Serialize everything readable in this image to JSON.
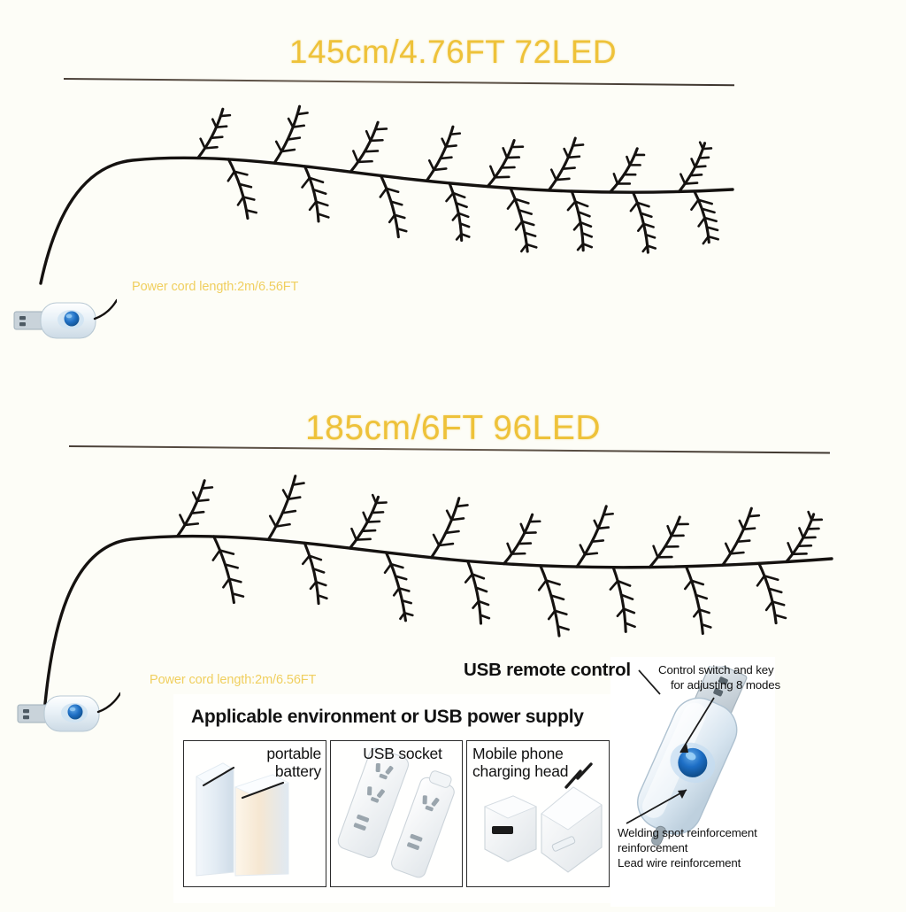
{
  "page": {
    "background_color": "#fdfdf7",
    "accent_gold": "#eec23a",
    "cord_label_color": "#f0cf5f",
    "ink_color": "#151210"
  },
  "sections": [
    {
      "id": "section-145cm",
      "title": "145cm/4.76FT 72LED",
      "cord_label": "Power cord length:2m/6.56FT",
      "led_count": 72,
      "length_cm": 145,
      "length_ft": "4.76FT"
    },
    {
      "id": "section-185cm",
      "title": "185cm/6FT 96LED",
      "cord_label": "Power cord length:2m/6.56FT",
      "led_count": 96,
      "length_cm": 185,
      "length_ft": "6FT"
    }
  ],
  "info_panel": {
    "heading": "Applicable environment or USB power supply",
    "boxes": [
      {
        "caption": "portable\nbattery",
        "caption_line1": "portable",
        "caption_line2": "battery"
      },
      {
        "caption": "USB socket",
        "caption_line1": "USB socket",
        "caption_line2": ""
      },
      {
        "caption": "Mobile phone\ncharging head",
        "caption_line1": "Mobile phone",
        "caption_line2": "charging head"
      }
    ]
  },
  "remote_panel": {
    "heading": "USB remote control",
    "annotation_top": "Control switch and key\nfor adjusting 8 modes",
    "annotation_top_line1": "Control switch and key",
    "annotation_top_line2": "for adjusting 8 modes",
    "annotation_bottom_line1": "Welding spot reinforcement",
    "annotation_bottom_line2": "reinforcement",
    "annotation_bottom_line3": "Lead wire reinforcement",
    "modes_count": 8,
    "button_color": "#1f6fc4",
    "body_color": "#e8f0f6"
  }
}
